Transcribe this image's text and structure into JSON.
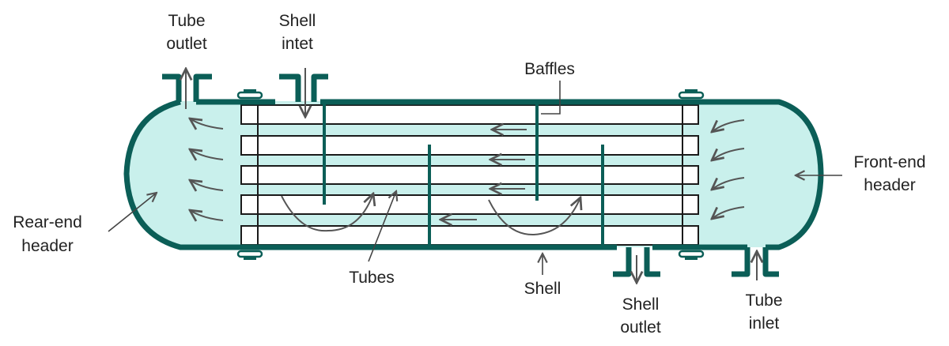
{
  "title": "Shell and tube heat exchanger",
  "labels": {
    "tube_outlet": [
      "Tube",
      "outlet"
    ],
    "shell_inlet": [
      "Shell",
      "intet"
    ],
    "baffles": "Baffles",
    "front_end_header": [
      "Front-end",
      "header"
    ],
    "rear_end_header": [
      "Rear-end",
      "header"
    ],
    "tubes": "Tubes",
    "shell": "Shell",
    "shell_outlet": [
      "Shell",
      "outlet"
    ],
    "tube_inlet": [
      "Tube",
      "inlet"
    ]
  },
  "colors": {
    "shell": "#0b5e57",
    "fluid": "#c9f0ec",
    "tube_border": "#1a1a1a",
    "arrow": "#555555"
  }
}
